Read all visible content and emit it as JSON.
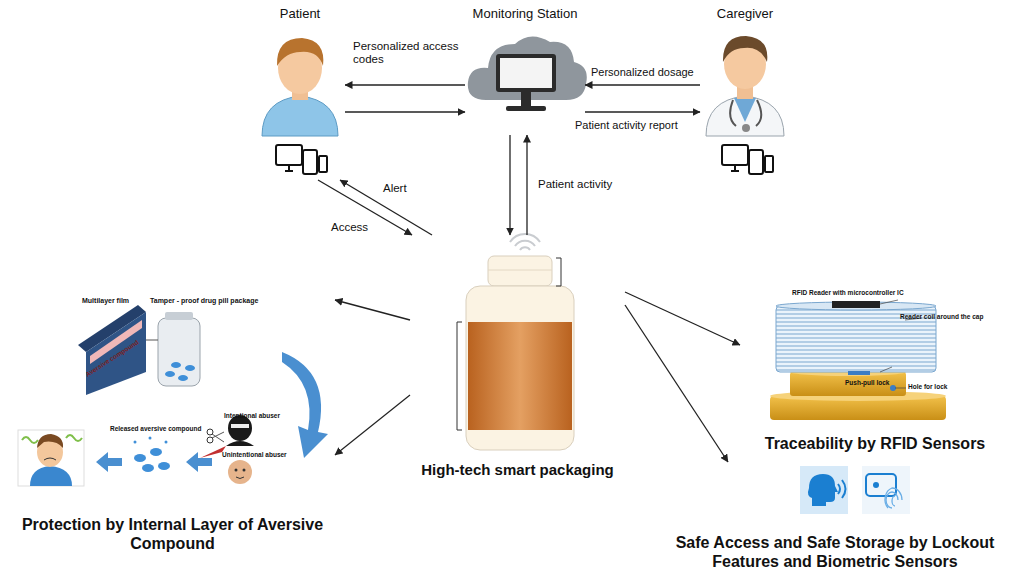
{
  "diagram": {
    "nodes": [
      {
        "text": [
          "Patient"
        ]
      },
      {
        "text": [
          "Monitoring Station"
        ]
      },
      {
        "text": [
          "Caregiver"
        ]
      },
      {
        "text": [
          "High-tech smart packaging"
        ]
      },
      {
        "text": [
          "Protection by Internal Layer of Aversive Compound"
        ]
      },
      {
        "text": [
          "Traceability by RFID Sensors"
        ]
      },
      {
        "text": [
          "Safe Access and Safe Storage by Lockout Features and Biometric Sensors"
        ]
      }
    ],
    "edges": [
      {
        "from": 1,
        "to": 0,
        "label": "Personalized access codes",
        "arrow": "to"
      },
      {
        "from": 0,
        "to": 1,
        "arrow": "to"
      },
      {
        "from": 2,
        "to": 1,
        "label": "Personalized dosage",
        "arrow": "to"
      },
      {
        "from": 1,
        "to": 2,
        "label": "Patient activity report",
        "arrow": "to"
      },
      {
        "from": 3,
        "to": 1,
        "label": "Patient activity",
        "arrow": "to"
      },
      {
        "from": 1,
        "to": 3,
        "arrow": "to"
      },
      {
        "from": 3,
        "to": 0,
        "label": "Alert",
        "arrow": "to"
      },
      {
        "from": 0,
        "to": 3,
        "label": "Access",
        "arrow": "to"
      },
      {
        "from": 3,
        "to": 4,
        "arrow": "to"
      },
      {
        "from": 3,
        "to": 4,
        "arrow": "to"
      },
      {
        "from": 3,
        "to": 5,
        "arrow": "to"
      },
      {
        "from": 3,
        "to": 6,
        "arrow": "to"
      }
    ],
    "labels": [
      "Multilayer film",
      "Tamper - proof drug pill package",
      "Aversive compound",
      "Intentional abuser",
      "Released aversive compound",
      "Unintentional abuser",
      "RFID Reader with microcontroller IC",
      "Reader coil around the cap",
      "Push-pull lock",
      "Hole for lock"
    ]
  }
}
